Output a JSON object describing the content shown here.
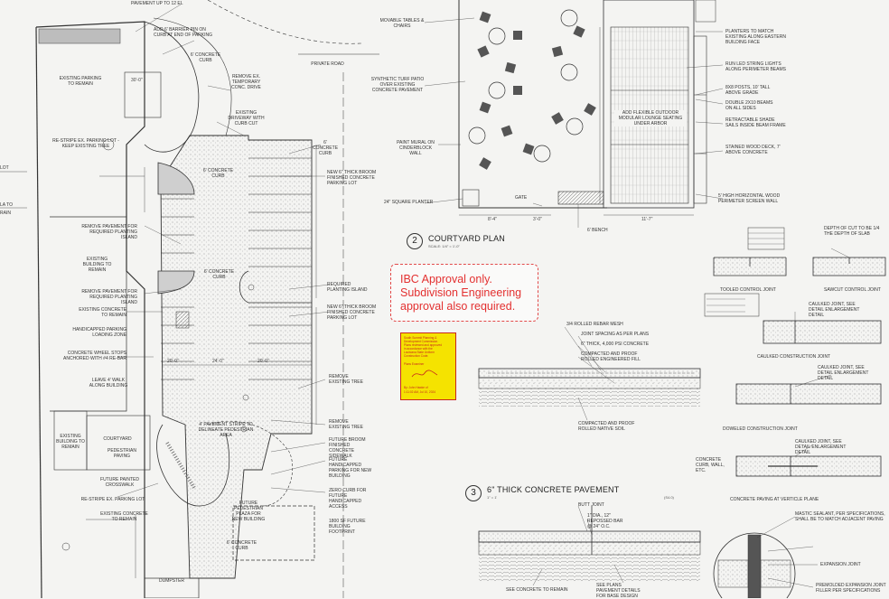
{
  "site_plan": {
    "labels": [
      "PAVEMENT UP TO 12 EL",
      "ADD 6' BARRIER PIN ON CURB AT END OF PARKING",
      "6' CONCRETE CURB",
      "REMOVE EX. TEMPORARY CONC. DRIVE",
      "PRIVATE ROAD",
      "EXISTING PARKING TO REMAIN",
      "30'-0\"",
      "EXISTING DRIVEWAY WITH CURB CUT",
      "6' CONCRETE CURB",
      "RE-STRIPE EX. PARKING LOT - KEEP EXISTING TREE",
      "LOT",
      "NEW 6\" THICK BROOM FINISHED CONCRETE PARKING LOT",
      "6' CONCRETE CURB",
      "REMOVE PAVEMENT FOR REQUIRED PLANTING ISLAND",
      "EXISTING BUILDING TO REMAIN",
      "REMOVE PAVEMENT FOR REQUIRED PLANTING ISLAND",
      "6' CONCRETE CURB",
      "REQUIRED PLANTING ISLAND",
      "EXISTING CONCRETE TO REMAIN",
      "NEW 6\" THICK BROOM FINISHED CONCRETE PARKING LOT",
      "HANDICAPPED PARKING LOADING ZONE",
      "CONCRETE WHEEL STOPS ANCHORED WITH #4 RE-BAR",
      "20'-0\"",
      "24'-0\"",
      "20'-0\"",
      "LEAVE 4' WALK ALONG BUILDING",
      "REMOVE EXISTING TREE",
      "4' PAVEMENT STRIPE TO DELINEATE PEDESTRIAN AREA",
      "EXISTING BUILDING TO REMAIN",
      "COURTYARD",
      "PEDESTRIAN PAVING",
      "REMOVE EXISTING TREE",
      "FUTURE BROOM FINISHED CONCRETE SIDEWALK",
      "FUTURE HANDICAPPED PARKING FOR NEW BUILDING",
      "FUTURE PAINTED CROSSWALK",
      "ZERO CURB FOR FUTURE HANDICAPPED ACCESS",
      "RE-STRIPE EX. PARKING LOT",
      "EXISTING CONCRETE TO REMAIN",
      "FUTURE PEDESTRIAN PLAZA FOR NEW BUILDING",
      "1800 SF FUTURE BUILDING FOOTPRINT",
      "6' CONCRETE CURB",
      "DUMPSTER",
      "LA TO",
      "RAIN"
    ]
  },
  "courtyard_plan": {
    "number": "2",
    "title": "COURTYARD PLAN",
    "scale": "SCALE: 1/4\" = 1'-0\"",
    "labels": [
      "MOVABLE TABLES & CHAIRS",
      "SYNTHETIC TURF PATIO OVER EXISTING CONCRETE PAVEMENT",
      "PAINT MURAL ON CINDERBLOCK WALL",
      "24\" SQUARE PLANTER",
      "GATE",
      "PLANTERS TO MATCH EXISTING ALONG EASTERN BUILDING FACE",
      "RUN LED STRING LIGHTS ALONG PERIMETER BEAMS",
      "8X8 POSTS, 10' TALL ABOVE GRADE",
      "DOUBLE 2X10 BEAMS ON ALL SIDES",
      "ADD FLEXIBLE OUTDOOR MODULAR LOUNGE SEATING UNDER ARBOR",
      "RETRACTABLE SHADE SAILS INSIDE BEAM FRAME",
      "STAINED WOOD DECK, 7' ABOVE CONCRETE",
      "5' HIGH HORIZONTAL WOOD PERIMETER SCREEN WALL",
      "6' BENCH",
      "8'-4\"",
      "3'-0\"",
      "11'-7\""
    ]
  },
  "ibc_note": {
    "line1": "IBC Approval only.",
    "line2": "Subdivision Engineering",
    "line3": "approval also required."
  },
  "stamp": {
    "lines": [
      "South Summit Planning &",
      "Development Commission.",
      "Plans reviewed and approved",
      "in accordance with the",
      "Louisiana State Uniform",
      "Construction Code.",
      "Plans Examiner",
      "By: John Hawke of",
      "1:11:02 AM, Jul 10, 2024"
    ]
  },
  "pavement_detail": {
    "number": "3",
    "title": "6\" THICK CONCRETE PAVEMENT",
    "scale": "1\" = 1'",
    "code": "(S4.0)",
    "labels": [
      "3/4 ROLLED REBAR MESH",
      "JOINT SPACING AS PER PLANS",
      "6\" THICK, 4,000 PSI CONCRETE",
      "COMPACTED AND PROOF ROLLED ENGINEERED FILL",
      "COMPACTED AND PROOF ROLLED NATIVE SOIL",
      "BUTT JOINT",
      "1\" DIA., 12\" REPOSSED BAR @ 24\" O.C.",
      "SEE CONCRETE TO REMAIN",
      "SEE PLANS PAVEMENT DETAILS FOR BASE DESIGN"
    ]
  },
  "joint_details": {
    "titles": [
      "TOOLED CONTROL JOINT",
      "SAWCUT CONTROL JOINT",
      "CAULKED CONSTRUCTION JOINT",
      "DOWELED CONSTRUCTION JOINT",
      "CONCRETE PAVING AT VERTICLE PLANE"
    ],
    "notes": [
      "DEPTH OF CUT TO BE 1/4 THE DEPTH OF SLAB",
      "CAULKED JOINT, SEE DETAIL ENLARGEMENT DETAIL",
      "CAULKED JOINT, SEE DETAIL ENLARGEMENT DETAIL",
      "CAULKED JOINT, SEE DETAIL ENLARGEMENT DETAIL",
      "CONCRETE CURB, WALL, ETC.",
      "MASTIC SEALANT, PER SPECIFICATIONS, SHALL BE TO MATCH ADJACENT PAVING",
      "PREMOLDED EXPANSION JOINT FILLER PER SPECIFICATIONS",
      "EXPANSION JOINT"
    ]
  },
  "colors": {
    "line": "#333333",
    "paper": "#f4f4f2",
    "note_red": "#e33030",
    "stamp_yellow": "#f5e300",
    "hatch_gray": "#9a9a9a"
  }
}
